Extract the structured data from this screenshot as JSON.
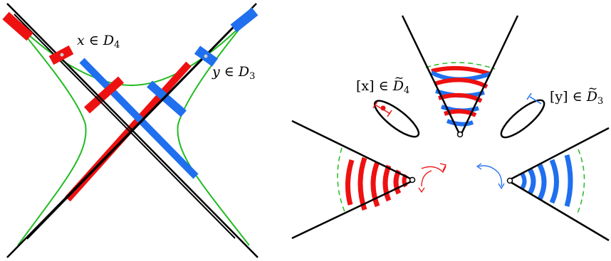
{
  "labels": {
    "x_label": {
      "var": "x",
      "rel": "∈",
      "set": "D",
      "sub": "4"
    },
    "y_label": {
      "var": "y",
      "rel": "∈",
      "set": "D",
      "sub": "3"
    },
    "x_class_label": {
      "var": "[x]",
      "rel": "∈",
      "set": "D",
      "sub": "4"
    },
    "y_class_label": {
      "var": "[y]",
      "rel": "∈",
      "set": "D",
      "sub": "3"
    }
  },
  "colors": {
    "red": "#ee1111",
    "blue": "#1f6fef",
    "green": "#22bb22",
    "black": "#000000"
  }
}
